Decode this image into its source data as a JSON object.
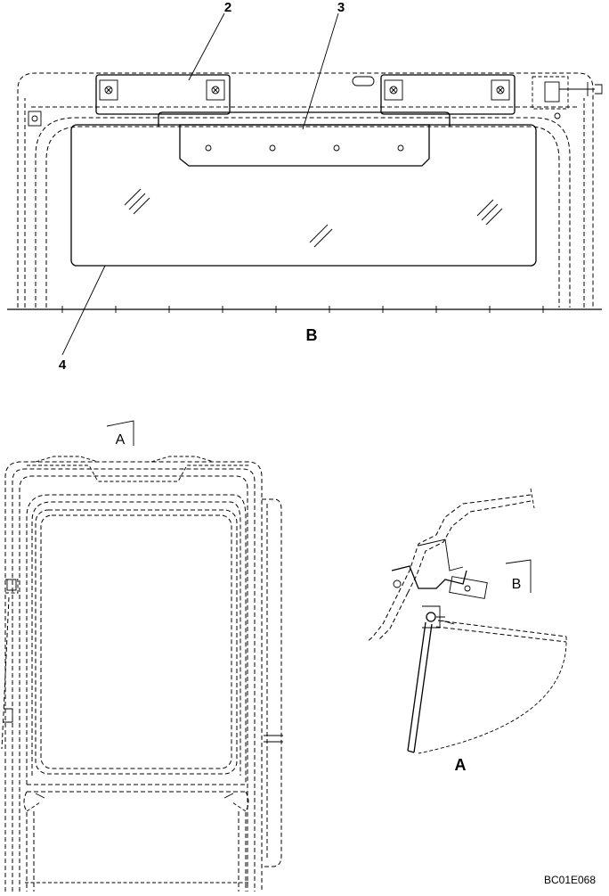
{
  "callouts": {
    "c2": "2",
    "c3": "3",
    "c4": "4"
  },
  "views": {
    "view_b_label": "B",
    "view_a_label": "A",
    "section_a_marker": "A",
    "section_b_marker": "B"
  },
  "drawing_code": "BC01E068"
}
